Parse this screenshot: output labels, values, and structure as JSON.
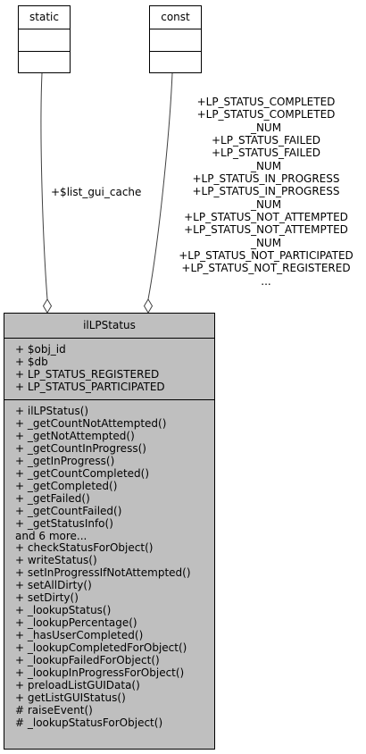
{
  "static_box": {
    "title": "static"
  },
  "const_box": {
    "title": "const"
  },
  "edges": {
    "static_label": "+$list_gui_cache",
    "const_labels": [
      "+LP_STATUS_COMPLETED",
      "+LP_STATUS_COMPLETED",
      "_NUM",
      "+LP_STATUS_FAILED",
      "+LP_STATUS_FAILED",
      "_NUM",
      "+LP_STATUS_IN_PROGRESS",
      "+LP_STATUS_IN_PROGRESS",
      "_NUM",
      "+LP_STATUS_NOT_ATTEMPTED",
      "+LP_STATUS_NOT_ATTEMPTED",
      "_NUM",
      "+LP_STATUS_NOT_PARTICIPATED",
      "+LP_STATUS_NOT_REGISTERED",
      "..."
    ]
  },
  "class": {
    "name": "ilLPStatus",
    "fill_color": "#bfbfbf",
    "attributes": [
      "+ $obj_id",
      "+ $db",
      "+ LP_STATUS_REGISTERED",
      "+ LP_STATUS_PARTICIPATED"
    ],
    "methods": [
      "+ ilLPStatus()",
      "+ _getCountNotAttempted()",
      "+ _getNotAttempted()",
      "+ _getCountInProgress()",
      "+ _getInProgress()",
      "+ _getCountCompleted()",
      "+ _getCompleted()",
      "+ _getFailed()",
      "+ _getCountFailed()",
      "+ _getStatusInfo()",
      "and 6 more...",
      "+ checkStatusForObject()",
      "+ writeStatus()",
      "+ setInProgressIfNotAttempted()",
      "+ setAllDirty()",
      "+ setDirty()",
      "+ _lookupStatus()",
      "+ _lookupPercentage()",
      "+ _hasUserCompleted()",
      "+ _lookupCompletedForObject()",
      "+ _lookupFailedForObject()",
      "+ _lookupInProgressForObject()",
      "+ preloadListGUIData()",
      "+ getListGUIStatus()",
      "# raiseEvent()",
      "# _lookupStatusForObject()"
    ]
  }
}
